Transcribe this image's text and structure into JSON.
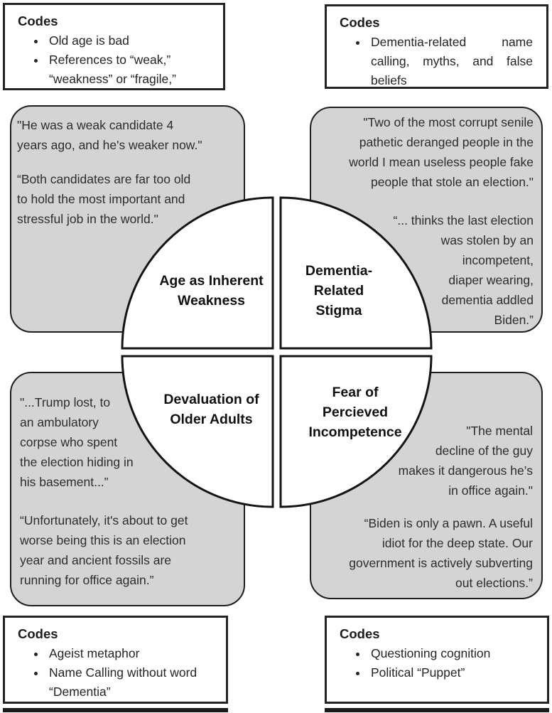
{
  "palette": {
    "background": "#ffffff",
    "quote_box_fill": "#d4d4d4",
    "outline": "#1e1e1e",
    "text": "#2c2c2c"
  },
  "themes": {
    "top_left": {
      "lines": [
        "Age as Inherent",
        "Weakness"
      ]
    },
    "top_right": {
      "lines": [
        "Dementia-",
        "Related",
        "Stigma"
      ]
    },
    "bottom_left": {
      "lines": [
        "Devaluation of",
        "Older Adults"
      ]
    },
    "bottom_right": {
      "lines": [
        "Fear of",
        "Percieved",
        "Incompetence"
      ]
    }
  },
  "quote_boxes": {
    "top_left": {
      "quote1": "\"He was a weak candidate 4\nyears ago, and he's weaker now.\"",
      "quote2": "“Both candidates are far too old\nto hold the most important and\nstressful job in the world.\""
    },
    "top_right": {
      "quote1": "\"Two of the most corrupt senile\npathetic deranged people in the\nworld I mean useless people fake\npeople that stole an election.\"",
      "quote2": "“... thinks the last election\nwas stolen by an\nincompetent,\ndiaper wearing,\ndementia addled\nBiden.”"
    },
    "bottom_left": {
      "quote1": "\"...Trump lost, to\nan ambulatory\ncorpse who spent\nthe election hiding in\nhis basement...”",
      "quote2": "“Unfortunately, it's about to get\nworse being this is an election\nyear and ancient fossils are\nrunning for office again.”"
    },
    "bottom_right": {
      "quote1": "\"The mental\ndecline of the guy\nmakes it dangerous he’s\nin office again.\"",
      "quote2": "“Biden is only a pawn. A useful\nidiot for the deep state. Our\ngovernment is actively subverting\nout elections.”"
    }
  },
  "code_boxes": {
    "top_left": {
      "title": "Codes",
      "items": [
        "Old age is bad",
        "References to “weak,” “weakness” or “fragile,”"
      ]
    },
    "top_right": {
      "title": "Codes",
      "items": [
        "Dementia-related name calling, myths, and false beliefs"
      ]
    },
    "bottom_left": {
      "title": "Codes",
      "items": [
        "Ageist metaphor",
        "Name Calling without word “Dementia”"
      ]
    },
    "bottom_right": {
      "title": "Codes",
      "items": [
        "Questioning cognition",
        "Political “Puppet”"
      ]
    }
  }
}
